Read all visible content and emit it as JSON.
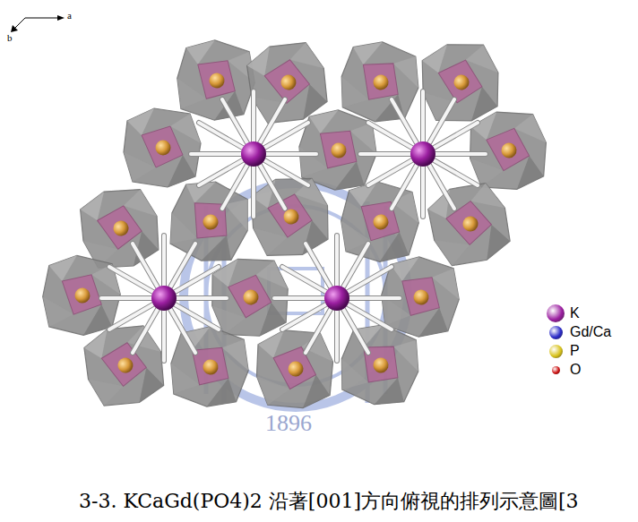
{
  "diagram": {
    "caption": "3-3. KCaGd(PO4)2 沿著[001]方向俯視的排列示意圖[3",
    "labels": [
      "a",
      "b",
      "1896"
    ],
    "legend": [
      {
        "text": "K",
        "color": "#9b1fa0"
      },
      {
        "text": "Gd/Ca",
        "color": "#2b2bc8"
      },
      {
        "text": "P",
        "color": "#d8c21a"
      },
      {
        "text": "O",
        "color": "#cc1010"
      }
    ]
  }
}
